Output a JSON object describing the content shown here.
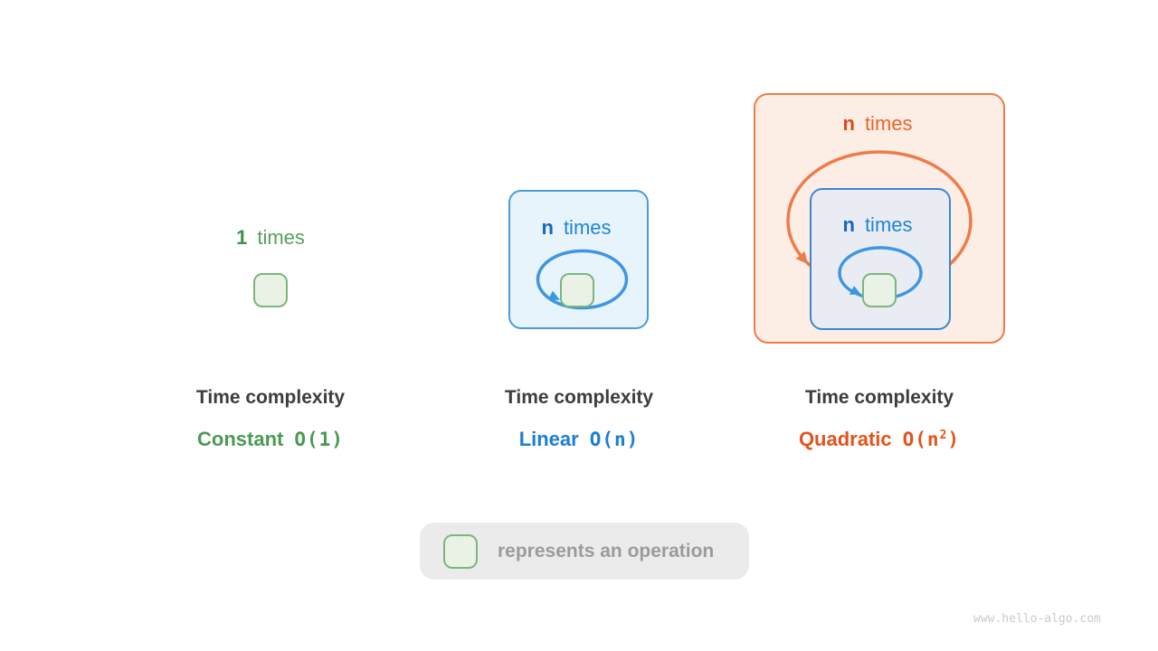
{
  "colors": {
    "green_text": "#4a9a52",
    "green_box_border": "#7cb57f",
    "green_box_fill": "#eaf2e5",
    "blue_text": "#1a7ed6",
    "blue_box_border": "#4a9cd8",
    "blue_box_fill": "#e8f4fc",
    "blue_arrow": "#3e96e2",
    "inner_box_fill": "#e9edf3",
    "inner_box_border": "#3e86d2",
    "orange_text": "#e4531d",
    "orange_box_border": "#ee7c4a",
    "orange_box_fill": "#fdeee5",
    "caption_text": "#3d3d3d",
    "legend_bg": "#ebebeb",
    "legend_text": "#9b9b9b",
    "watermark_text": "#cbcbcb"
  },
  "constant": {
    "count": "1",
    "word": "times",
    "caption": "Time complexity",
    "name": "Constant",
    "big_o": "O(1)"
  },
  "linear": {
    "count": "n",
    "word": "times",
    "caption": "Time complexity",
    "name": "Linear",
    "big_o": "O(n)"
  },
  "quadratic": {
    "outer_count": "n",
    "outer_word": "times",
    "inner_count": "n",
    "inner_word": "times",
    "caption": "Time complexity",
    "name": "Quadratic",
    "big_o_prefix": "O(n",
    "big_o_sup": "2",
    "big_o_suffix": ")"
  },
  "legend": {
    "text": "represents an operation"
  },
  "watermark": "www.hello-algo.com"
}
